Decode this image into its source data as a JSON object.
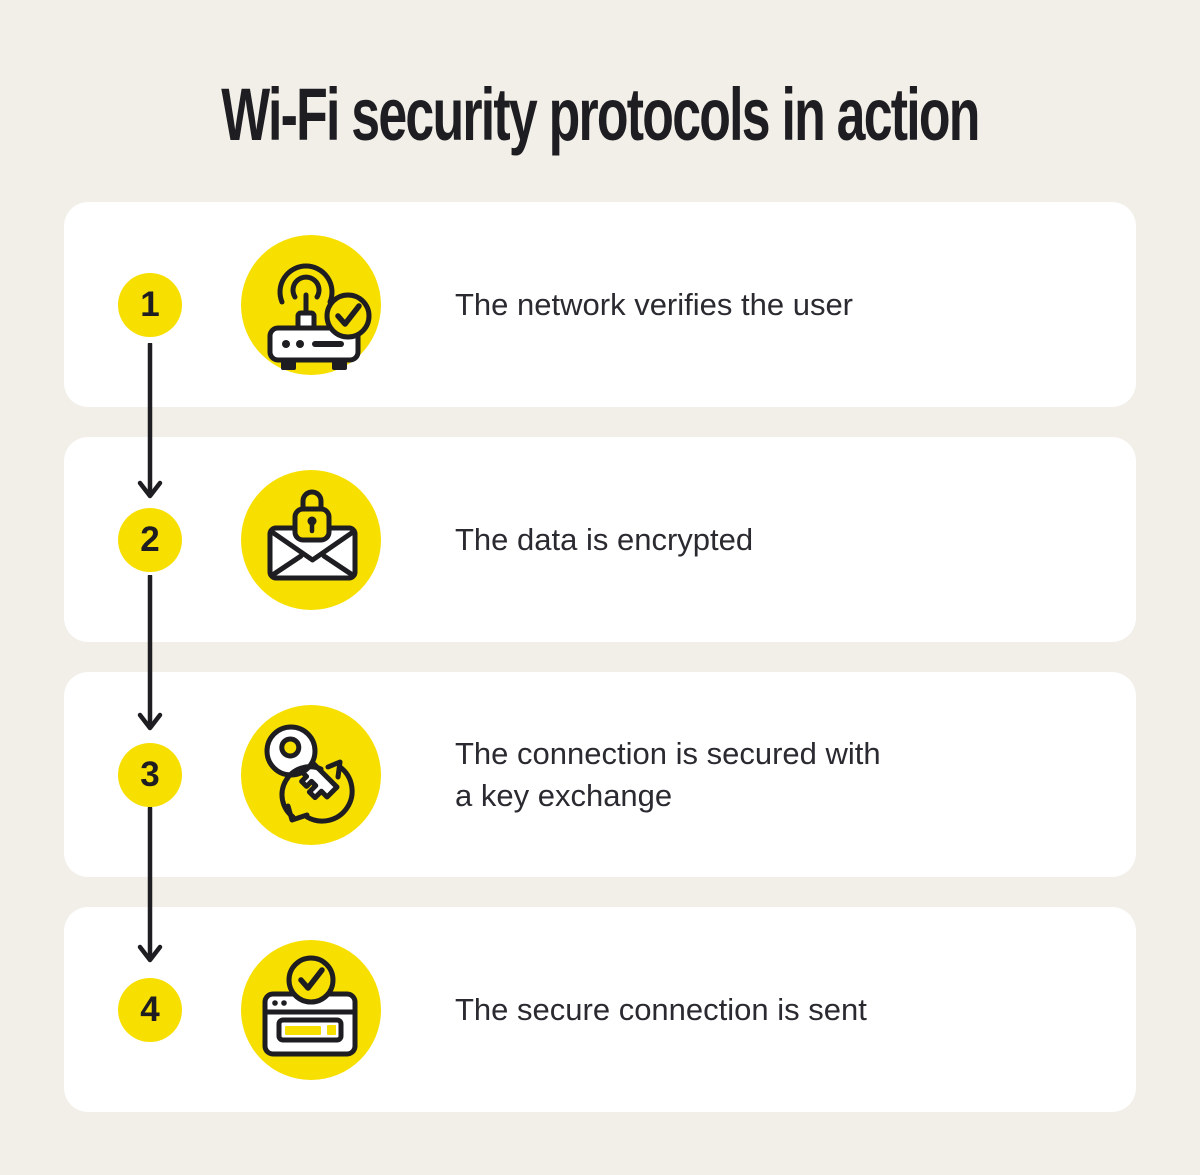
{
  "title": "Wi-Fi security protocols in action",
  "colors": {
    "background": "#f2eee8",
    "card": "#ffffff",
    "yellow": "#f7df00",
    "ink": "#1e1d21",
    "text": "#2b2a30"
  },
  "steps": [
    {
      "number": "1",
      "icon": "wifi-router-check-icon",
      "label": "The network verifies the user"
    },
    {
      "number": "2",
      "icon": "encrypted-email-lock-icon",
      "label": "The data is encrypted"
    },
    {
      "number": "3",
      "icon": "key-exchange-icon",
      "label": "The connection is secured with\na key exchange"
    },
    {
      "number": "4",
      "icon": "secure-browser-check-icon",
      "label": "The secure connection is sent"
    }
  ]
}
